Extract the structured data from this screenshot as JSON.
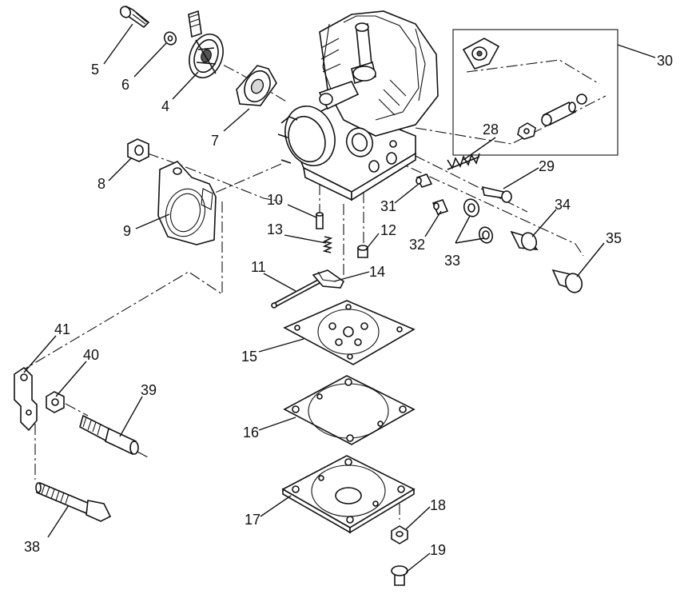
{
  "labels": {
    "p4": "4",
    "p5": "5",
    "p6": "6",
    "p7": "7",
    "p8": "8",
    "p9": "9",
    "p10": "10",
    "p11": "11",
    "p12": "12",
    "p13": "13",
    "p14": "14",
    "p15": "15",
    "p16": "16",
    "p17": "17",
    "p18": "18",
    "p19": "19",
    "p28": "28",
    "p29": "29",
    "p30": "30",
    "p31": "31",
    "p32": "32",
    "p33": "33",
    "p34": "34",
    "p35": "35",
    "p38": "38",
    "p39": "39",
    "p40": "40",
    "p41": "41"
  }
}
